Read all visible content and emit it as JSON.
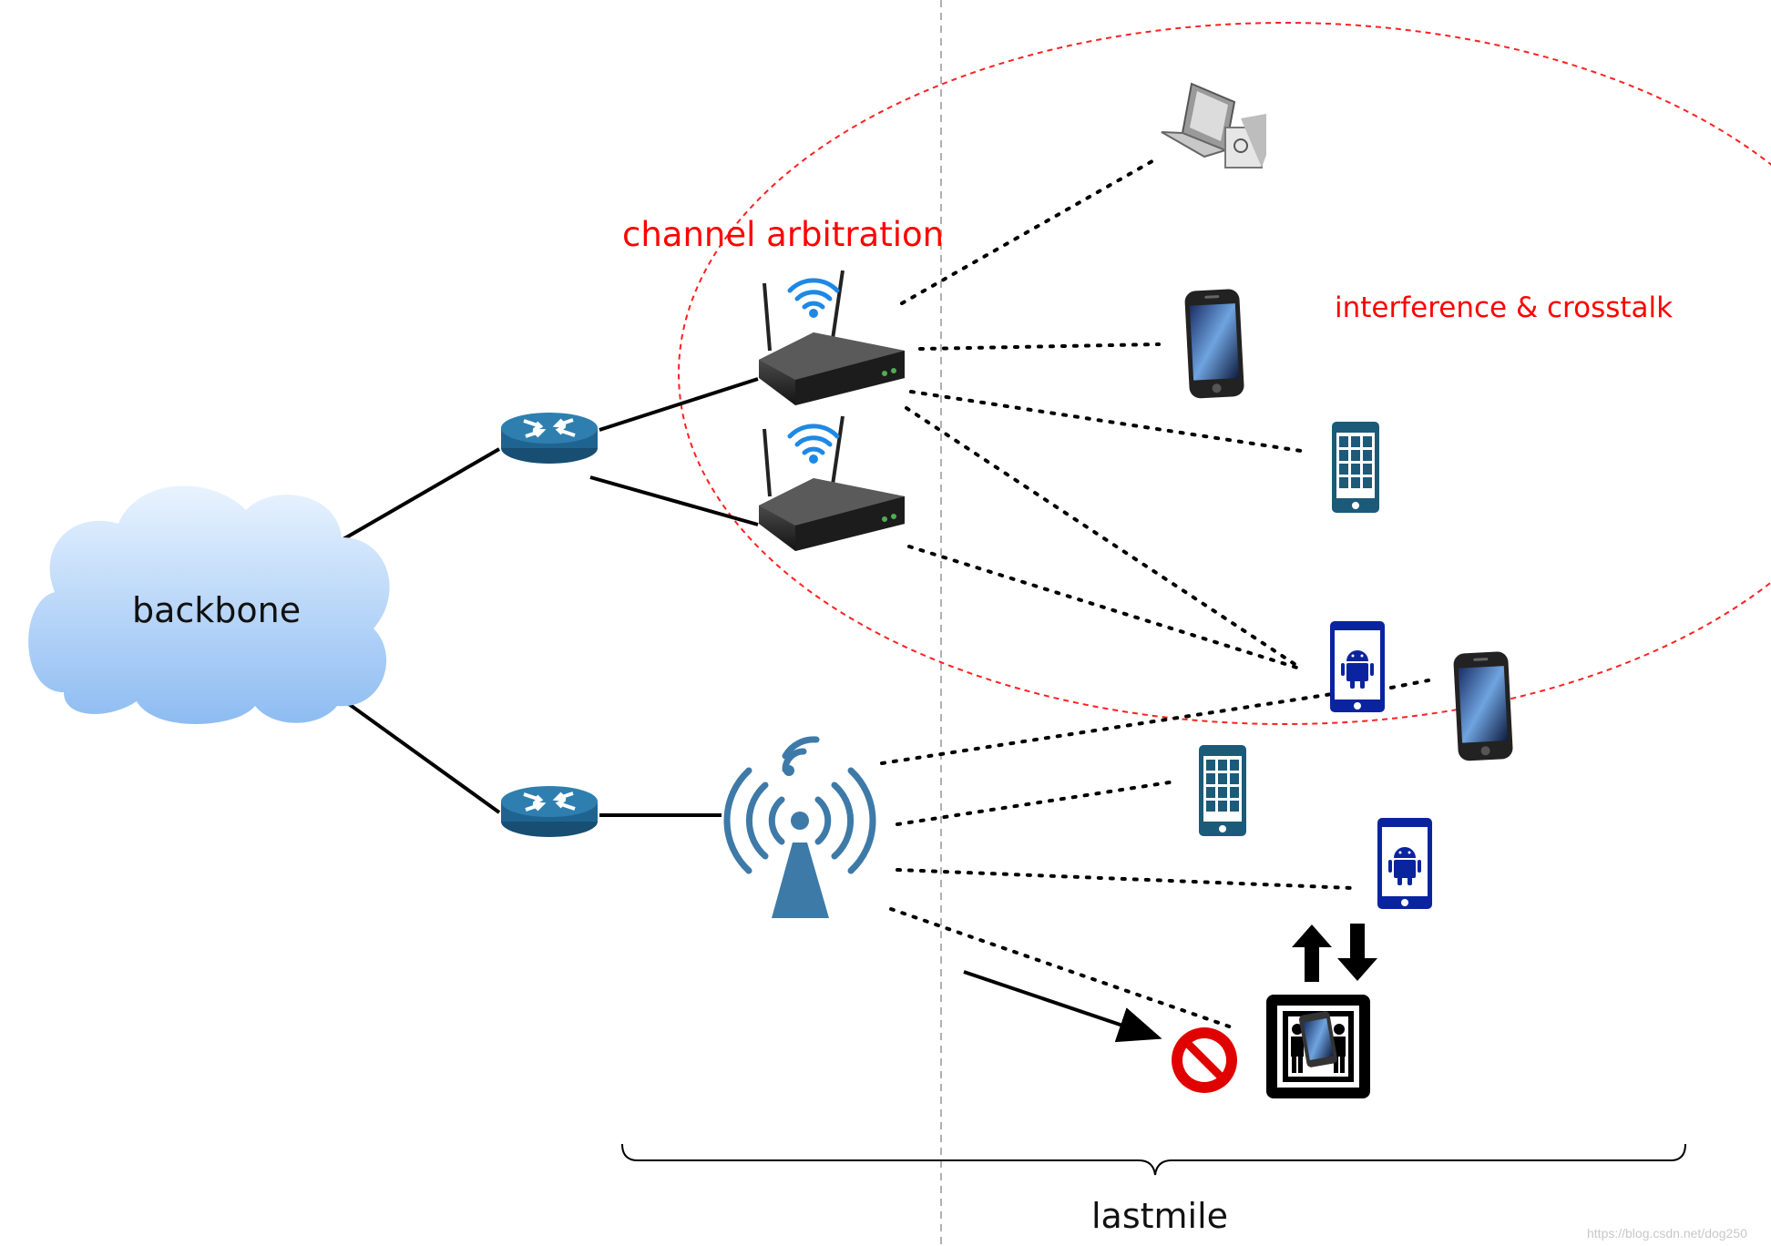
{
  "labels": {
    "backbone": "backbone",
    "channel": "channel arbitration",
    "interference": "interference & crosstalk",
    "lastmile": "lastmile",
    "watermark": "https://blog.csdn.net/dog250"
  },
  "colors": {
    "router": "#1f6491",
    "router_top": "#2e7fb0",
    "cloud": "#a9ccf5",
    "phone_blue": "#1c5a7a",
    "android_blue": "#0a24a0",
    "ellipse": "#ff2020",
    "block": "#e00000"
  },
  "icons": [
    "cloud-icon",
    "router-icon",
    "wifi-router-icon",
    "wireless-tower-icon",
    "laptop-icon",
    "smartphone-icon",
    "tablet-icon",
    "android-phone-icon",
    "elevator-icon",
    "no-entry-icon"
  ]
}
